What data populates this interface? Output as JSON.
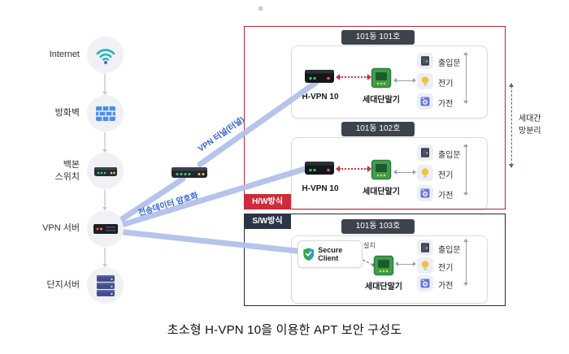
{
  "title": "초소형 H-VPN 10을 이용한 APT 보안 구성도",
  "left_chain": {
    "nodes": [
      {
        "label": "Internet",
        "icon": "wifi-icon"
      },
      {
        "label": "방화벽",
        "icon": "firewall-icon"
      },
      {
        "label": "백본\n스위치",
        "icon": "backbone-switch-icon"
      },
      {
        "label": "VPN 서버",
        "icon": "vpn-server-icon"
      },
      {
        "label": "단지서버",
        "icon": "complex-server-icon"
      }
    ]
  },
  "network": {
    "tunnel_label": "VPN 터널(터널)",
    "encryption_label": "전송데이터 암호화"
  },
  "hw_section": {
    "badge": "H/W방식",
    "separation_label": "세대간\n망분리",
    "rooms": [
      {
        "name": "101동 101호",
        "device_label": "H-VPN 10",
        "terminal_label": "세대단말기",
        "items": [
          {
            "label": "출입문"
          },
          {
            "label": "전기"
          },
          {
            "label": "가전"
          }
        ]
      },
      {
        "name": "101동 102호",
        "device_label": "H-VPN 10",
        "terminal_label": "세대단말기",
        "items": [
          {
            "label": "출입문"
          },
          {
            "label": "전기"
          },
          {
            "label": "가전"
          }
        ]
      }
    ]
  },
  "sw_section": {
    "badge": "S/W방식",
    "room": {
      "name": "101동 103호",
      "client_label": "Secure Client",
      "install_label": "설치",
      "terminal_label": "세대단말기",
      "items": [
        {
          "label": "출입문"
        },
        {
          "label": "전기"
        },
        {
          "label": "가전"
        }
      ]
    }
  },
  "colors": {
    "hw_frame": "#b3273a",
    "hw_badge": "#ce2b3b",
    "sw_frame": "#222b3a",
    "sw_badge": "#2b3547",
    "room_tab": "#3d434d",
    "link_line": "#b2c1eb",
    "line_label": "#3565cf",
    "dotted_arrow": "#d3303f"
  }
}
